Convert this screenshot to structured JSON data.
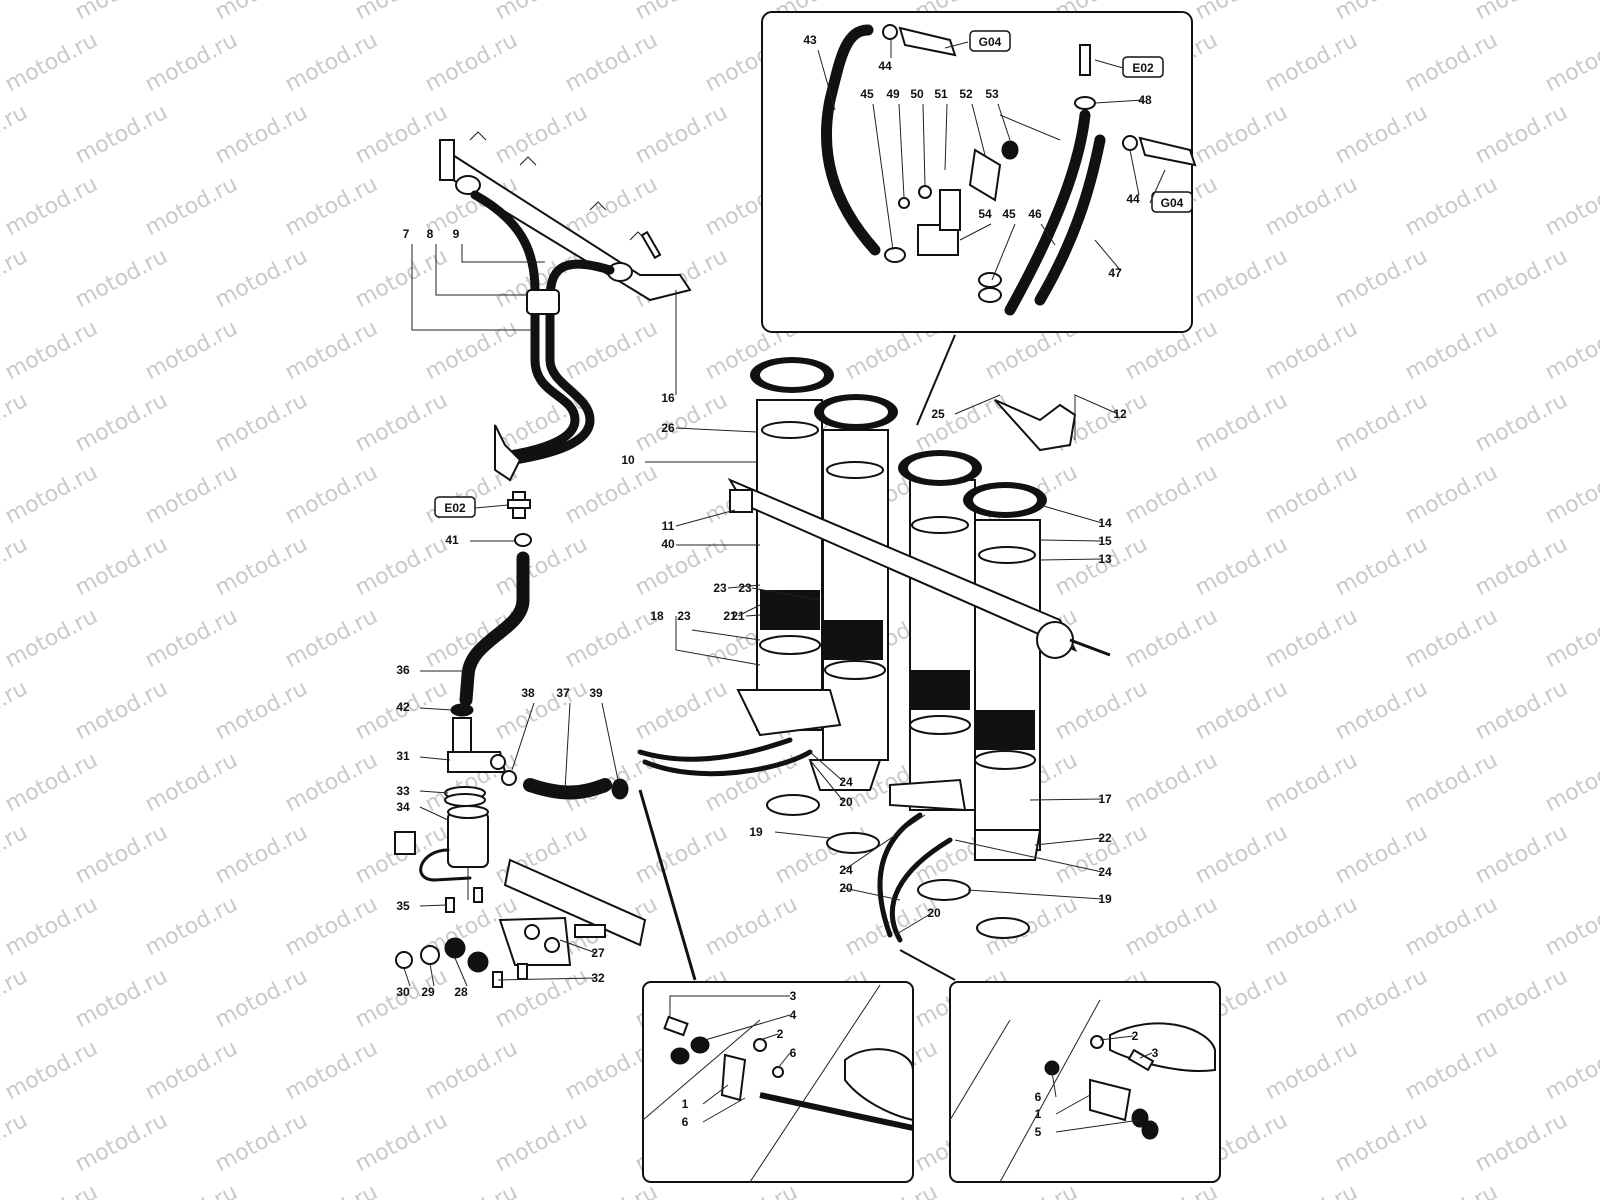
{
  "watermark": {
    "text": "motod.ru"
  },
  "callouts": {
    "main": [
      {
        "label": "7"
      },
      {
        "label": "8"
      },
      {
        "label": "9"
      },
      {
        "label": "16"
      },
      {
        "label": "26"
      },
      {
        "label": "10"
      },
      {
        "label": "11"
      },
      {
        "label": "40"
      },
      {
        "label": "23"
      },
      {
        "label": "23"
      },
      {
        "label": "21"
      },
      {
        "label": "18"
      },
      {
        "label": "23"
      },
      {
        "label": "21"
      },
      {
        "label": "41"
      },
      {
        "label": "36"
      },
      {
        "label": "42"
      },
      {
        "label": "38"
      },
      {
        "label": "37"
      },
      {
        "label": "39"
      },
      {
        "label": "31"
      },
      {
        "label": "33"
      },
      {
        "label": "34"
      },
      {
        "label": "35"
      },
      {
        "label": "27"
      },
      {
        "label": "32"
      },
      {
        "label": "30"
      },
      {
        "label": "29"
      },
      {
        "label": "28"
      },
      {
        "label": "25"
      },
      {
        "label": "12"
      },
      {
        "label": "14"
      },
      {
        "label": "15"
      },
      {
        "label": "13"
      },
      {
        "label": "24"
      },
      {
        "label": "20"
      },
      {
        "label": "19"
      },
      {
        "label": "24"
      },
      {
        "label": "20"
      },
      {
        "label": "17"
      },
      {
        "label": "22"
      },
      {
        "label": "24"
      },
      {
        "label": "19"
      },
      {
        "label": "20"
      }
    ],
    "inset_top": [
      {
        "label": "43"
      },
      {
        "label": "44"
      },
      {
        "label": "45"
      },
      {
        "label": "49"
      },
      {
        "label": "50"
      },
      {
        "label": "51"
      },
      {
        "label": "52"
      },
      {
        "label": "53"
      },
      {
        "label": "48"
      },
      {
        "label": "44"
      },
      {
        "label": "54"
      },
      {
        "label": "45"
      },
      {
        "label": "46"
      },
      {
        "label": "47"
      }
    ],
    "inset_bottom_left": [
      {
        "label": "3"
      },
      {
        "label": "4"
      },
      {
        "label": "2"
      },
      {
        "label": "6"
      },
      {
        "label": "1"
      },
      {
        "label": "6"
      }
    ],
    "inset_bottom_right": [
      {
        "label": "2"
      },
      {
        "label": "3"
      },
      {
        "label": "6"
      },
      {
        "label": "1"
      },
      {
        "label": "5"
      }
    ]
  },
  "references": [
    {
      "label": "G04"
    },
    {
      "label": "E02"
    },
    {
      "label": "G04"
    },
    {
      "label": "E02"
    }
  ]
}
